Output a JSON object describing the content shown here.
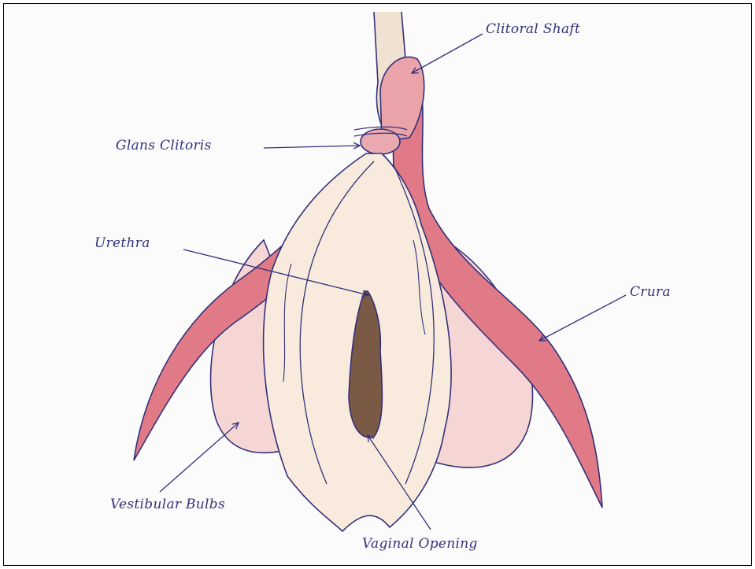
{
  "labels": {
    "clitoral_shaft": "Clitoral Shaft",
    "glans_clitoris": "Glans Clitoris",
    "urethra": "Urethra",
    "crura": "Crura",
    "vestibular_bulbs": "Vestibular Bulbs",
    "vaginal_opening": "Vaginal Opening"
  },
  "colors": {
    "ink": "#34307a",
    "crura_fill": "#e07a86",
    "bulb_fill": "#f6d6d4",
    "tissue_fill": "#f8eadc",
    "opening_fill": "#7a5a45",
    "frame": "#000000"
  }
}
